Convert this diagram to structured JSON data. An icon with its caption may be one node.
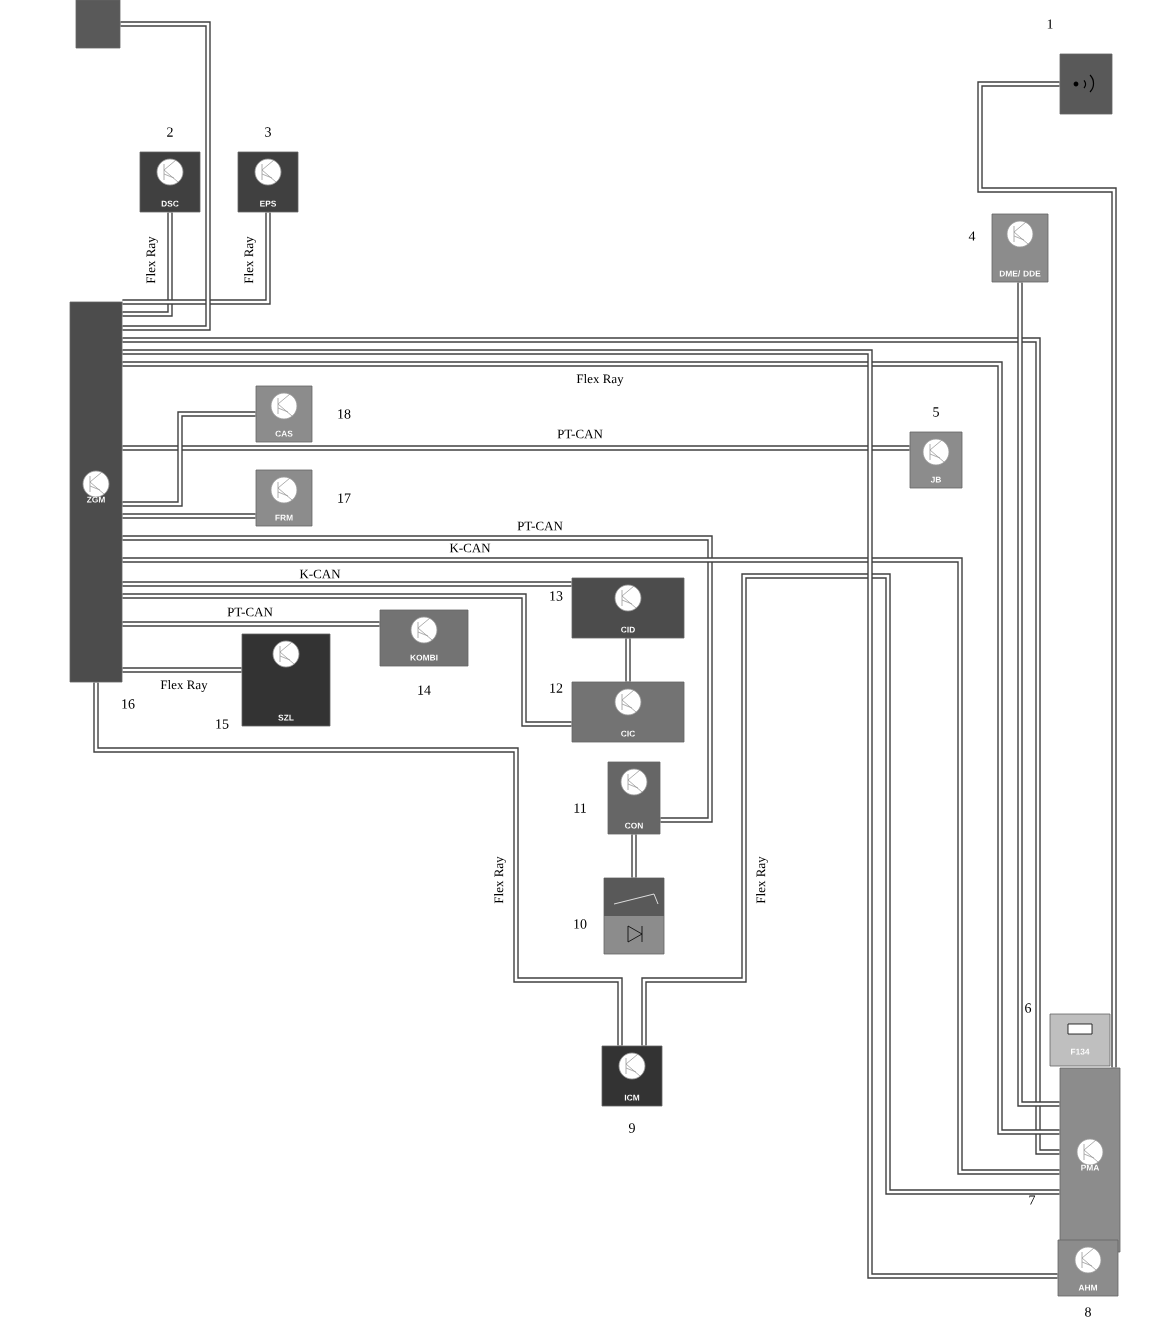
{
  "diagram": {
    "nodes": [
      {
        "text": [],
        "shape": "box"
      },
      {
        "text": [],
        "shape": "box",
        "beside": [
          "1"
        ]
      },
      {
        "text": [
          "DSC"
        ],
        "beside": [
          "2"
        ]
      },
      {
        "text": [
          "EPS"
        ],
        "beside": [
          "3"
        ]
      },
      {
        "text": [
          "DME/ DDE"
        ],
        "beside": [
          "4"
        ]
      },
      {
        "text": [
          "ZGM"
        ],
        "beside": [
          "16"
        ]
      },
      {
        "text": [
          "CAS"
        ],
        "beside": [
          "18"
        ]
      },
      {
        "text": [
          "JB"
        ],
        "beside": [
          "5"
        ]
      },
      {
        "text": [
          "FRM"
        ],
        "beside": [
          "17"
        ]
      },
      {
        "text": [
          "CID"
        ],
        "beside": [
          "13"
        ]
      },
      {
        "text": [
          "CIC"
        ],
        "beside": [
          "12"
        ]
      },
      {
        "text": [
          "KOMBI"
        ],
        "beside": [
          "14"
        ]
      },
      {
        "text": [
          "SZL"
        ],
        "beside": [
          "15"
        ]
      },
      {
        "text": [
          "CON"
        ],
        "beside": [
          "11"
        ]
      },
      {
        "text": [],
        "shape": "box",
        "beside": [
          "10"
        ]
      },
      {
        "text": [
          "ICM"
        ],
        "beside": [
          "9"
        ]
      },
      {
        "text": [
          "F134"
        ],
        "beside": [
          "6"
        ]
      },
      {
        "text": [
          "PMA"
        ],
        "beside": [
          "7"
        ]
      },
      {
        "text": [
          "AHM"
        ],
        "beside": [
          "8"
        ]
      }
    ],
    "edges": [
      {
        "from": 5,
        "to": 2,
        "arrow": "none",
        "label": "Flex Ray"
      },
      {
        "from": 5,
        "to": 3,
        "arrow": "none",
        "label": "Flex Ray"
      },
      {
        "from": 5,
        "to": 0,
        "arrow": "none"
      },
      {
        "from": 5,
        "to": 17,
        "arrow": "none"
      },
      {
        "from": 1,
        "to": 17,
        "arrow": "none"
      },
      {
        "from": 4,
        "to": 17,
        "arrow": "none"
      },
      {
        "from": 5,
        "to": 17,
        "arrow": "none",
        "label": "Flex Ray"
      },
      {
        "from": 5,
        "to": 7,
        "arrow": "none",
        "label": "PT-CAN"
      },
      {
        "from": 5,
        "to": 6,
        "arrow": "none"
      },
      {
        "from": 5,
        "to": 8,
        "arrow": "none"
      },
      {
        "from": 5,
        "to": 13,
        "arrow": "none",
        "label": "PT-CAN"
      },
      {
        "from": 5,
        "to": 17,
        "arrow": "none",
        "label": "K-CAN"
      },
      {
        "from": 5,
        "to": 9,
        "arrow": "none",
        "label": "K-CAN"
      },
      {
        "from": 5,
        "to": 10,
        "arrow": "none"
      },
      {
        "from": 9,
        "to": 10,
        "arrow": "none"
      },
      {
        "from": 5,
        "to": 11,
        "arrow": "none",
        "label": "PT-CAN"
      },
      {
        "from": 5,
        "to": 12,
        "arrow": "none",
        "label": "Flex Ray"
      },
      {
        "from": 5,
        "to": 15,
        "arrow": "none",
        "label": "Flex Ray"
      },
      {
        "from": 15,
        "to": 17,
        "arrow": "none",
        "label": "Flex Ray"
      },
      {
        "from": 13,
        "to": 14,
        "arrow": "none"
      },
      {
        "from": 5,
        "to": 18,
        "arrow": "none"
      }
    ]
  }
}
